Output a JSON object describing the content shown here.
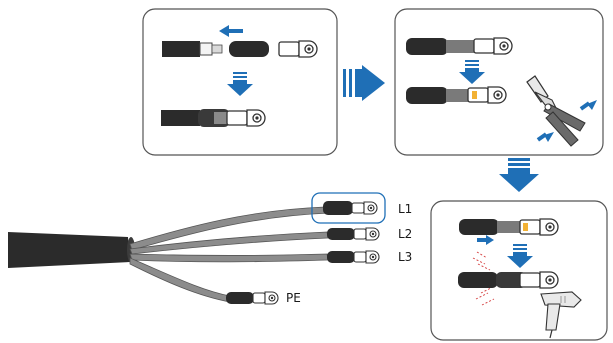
{
  "colors": {
    "accent_blue": "#1f6fb6",
    "cable_dark": "#2b2b2b",
    "cable_gray": "#6e6e6e",
    "panel_border": "#555555",
    "solder_yellow": "#f2b134"
  },
  "conductors": {
    "l1": "L1",
    "l2": "L2",
    "l3": "L3",
    "pe": "PE"
  },
  "icons": [
    "arrow-right-icon",
    "arrow-down-icon",
    "arrow-left-icon",
    "crimping-tool-icon",
    "heat-gun-icon",
    "heat-waves-icon",
    "terminal-lug-icon"
  ]
}
